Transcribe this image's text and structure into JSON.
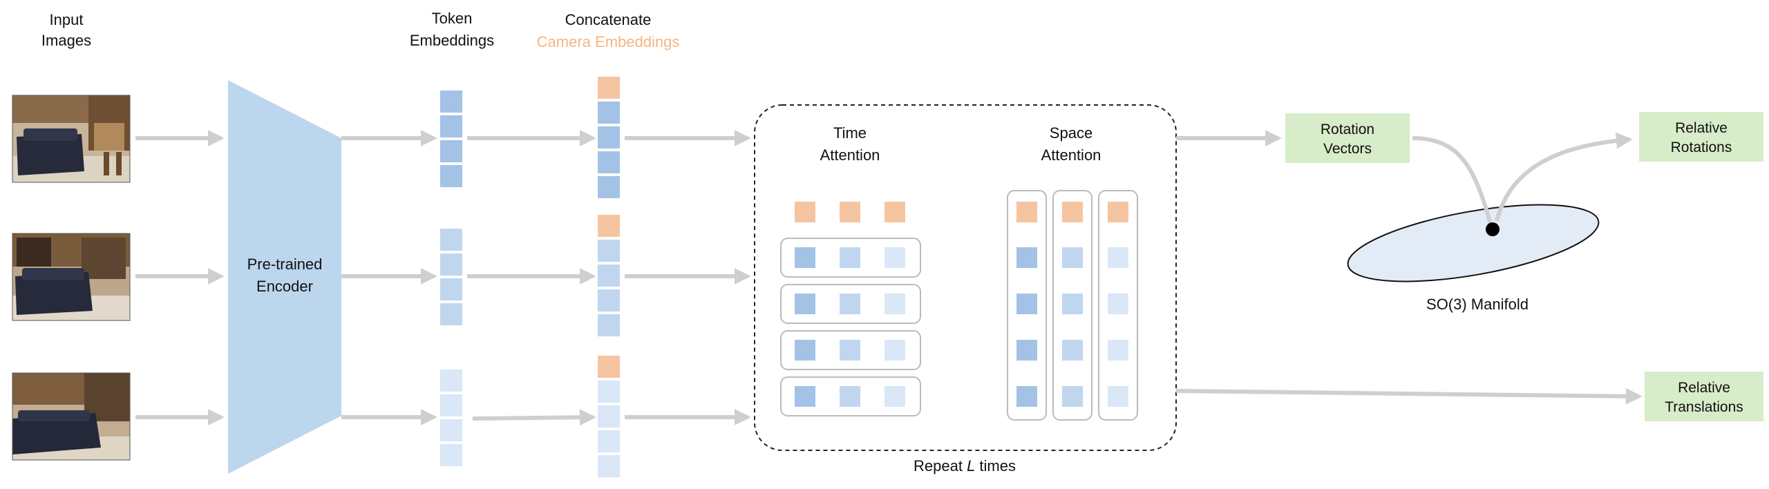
{
  "labels": {
    "input_l1": "Input",
    "input_l2": "Images",
    "token_l1": "Token",
    "token_l2": "Embeddings",
    "concat_l1": "Concatenate",
    "concat_l2": "Camera Embeddings",
    "encoder_l1": "Pre-trained",
    "encoder_l2": "Encoder",
    "time_l1": "Time",
    "time_l2": "Attention",
    "space_l1": "Space",
    "space_l2": "Attention",
    "repeat_pre": "Repeat ",
    "repeat_var": "L",
    "repeat_post": " times",
    "rotvec_l1": "Rotation",
    "rotvec_l2": "Vectors",
    "relrot_l1": "Relative",
    "relrot_l2": "Rotations",
    "reltrans_l1": "Relative",
    "reltrans_l2": "Translations",
    "manifold": "SO(3) Manifold"
  },
  "colors": {
    "camera_token": "#f5c4a0",
    "token_dark": "#a4c2e6",
    "token_mid": "#c0d6ef",
    "token_light": "#d9e7f6",
    "encoder": "#bcd6ee",
    "arrow": "#cfcfcf",
    "output_box": "#d7ecc8",
    "manifold_fill": "#e3ebf6",
    "camera_label": "#f5b483"
  }
}
